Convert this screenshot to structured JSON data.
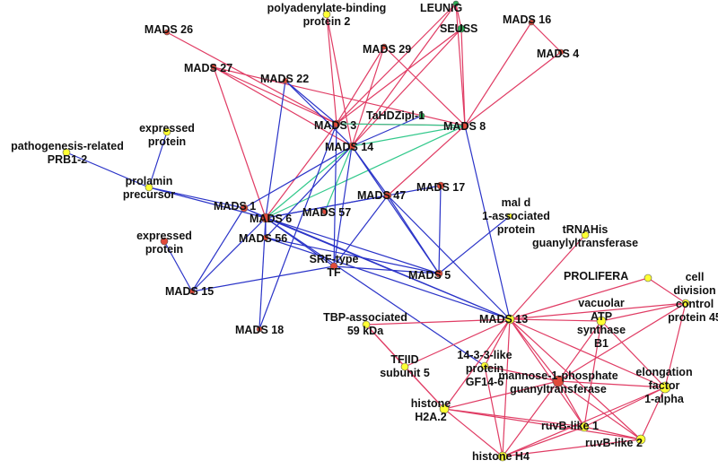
{
  "colors": {
    "interaction_red": "#e03c64",
    "interaction_blue": "#2b34c8",
    "interaction_green": "#33c98c",
    "node_yellow": "#ffff33",
    "node_red": "#e04a3a",
    "node_green": "#2faa55",
    "node_salmon": "#f06a5a"
  },
  "nodes": [
    {
      "id": "leunig",
      "label": [
        "LEUNIG"
      ],
      "color": "#2faa55"
    },
    {
      "id": "seuss",
      "label": [
        "SEUSS"
      ],
      "color": "#2faa55"
    },
    {
      "id": "pabp2",
      "label": [
        "polyadenylate-binding",
        "protein 2"
      ],
      "color": "#ffff33"
    },
    {
      "id": "mads26",
      "label": [
        "MADS 26"
      ],
      "color": "#e04a3a"
    },
    {
      "id": "mads27",
      "label": [
        "MADS  27"
      ],
      "color": "#e04a3a"
    },
    {
      "id": "mads29",
      "label": [
        "MADS  29"
      ],
      "color": "#e04a3a"
    },
    {
      "id": "mads16",
      "label": [
        "MADS 16"
      ],
      "color": "#e04a3a"
    },
    {
      "id": "mads4",
      "label": [
        "MADS 4"
      ],
      "color": "#e04a3a"
    },
    {
      "id": "mads22",
      "label": [
        "MADS 22"
      ],
      "color": "#e04a3a"
    },
    {
      "id": "mads3",
      "label": [
        "MADS 3"
      ],
      "color": "#e04a3a"
    },
    {
      "id": "tahdz",
      "label": [
        "TaHDZipl-1"
      ],
      "color": "#2faa55"
    },
    {
      "id": "mads8",
      "label": [
        "MADS 8"
      ],
      "color": "#e04a3a"
    },
    {
      "id": "mads14",
      "label": [
        "MADS 14"
      ],
      "color": "#e04a3a"
    },
    {
      "id": "exp1",
      "label": [
        "expressed",
        "protein"
      ],
      "color": "#ffff33"
    },
    {
      "id": "prb12",
      "label": [
        "pathogenesis-related",
        "PRB1-2"
      ],
      "color": "#ffff33"
    },
    {
      "id": "prolamin",
      "label": [
        "prolamin",
        "precursor"
      ],
      "color": "#ffff33"
    },
    {
      "id": "mads47",
      "label": [
        "MADS 47"
      ],
      "color": "#e04a3a"
    },
    {
      "id": "mads17",
      "label": [
        "MADS 17"
      ],
      "color": "#e04a3a"
    },
    {
      "id": "mads1",
      "label": [
        "MADS 1"
      ],
      "color": "#e04a3a"
    },
    {
      "id": "mads6",
      "label": [
        "MADS 6"
      ],
      "color": "#e04a3a"
    },
    {
      "id": "mads57",
      "label": [
        "MADS 57"
      ],
      "color": "#e04a3a"
    },
    {
      "id": "mald",
      "label": [
        "mal d",
        "1-associated",
        "protein"
      ],
      "color": "#ffff33"
    },
    {
      "id": "trna",
      "label": [
        "tRNAHis",
        "guanylyltransferase"
      ],
      "color": "#ffff33"
    },
    {
      "id": "exp2",
      "label": [
        "expressed",
        "protein"
      ],
      "color": "#e04a3a"
    },
    {
      "id": "mads56",
      "label": [
        "MADS 56"
      ],
      "color": "#e04a3a"
    },
    {
      "id": "srf",
      "label": [
        "SRF-type",
        "TF"
      ],
      "color": "#e04a3a"
    },
    {
      "id": "mads5",
      "label": [
        "MADS 5"
      ],
      "color": "#e04a3a"
    },
    {
      "id": "prolifera",
      "label": [
        "PROLIFERA"
      ],
      "color": "#ffff33"
    },
    {
      "id": "cdc45",
      "label": [
        "cell",
        "division",
        "control",
        "protein 45"
      ],
      "color": "#ffff33"
    },
    {
      "id": "mads15",
      "label": [
        "MADS 15"
      ],
      "color": "#e04a3a"
    },
    {
      "id": "vatp",
      "label": [
        "vacuolar",
        "ATP",
        "synthase",
        "B1"
      ],
      "color": "#ffff33"
    },
    {
      "id": "tbp",
      "label": [
        "TBP-associated",
        "59 kDa"
      ],
      "color": "#ffff33"
    },
    {
      "id": "mads13",
      "label": [
        "MADS 13"
      ],
      "color": "#ffff33"
    },
    {
      "id": "mads18",
      "label": [
        "MADS 18"
      ],
      "color": "#e04a3a"
    },
    {
      "id": "tfiid",
      "label": [
        "TFIID",
        "subunit 5"
      ],
      "color": "#ffff33"
    },
    {
      "id": "p1433",
      "label": [
        "14-3-3-like",
        "protein",
        "GF14-6"
      ],
      "color": "#ffff33"
    },
    {
      "id": "mannose",
      "label": [
        "mannose-1-phosphate",
        "guanyltransferase"
      ],
      "color": "#e04a3a"
    },
    {
      "id": "elong",
      "label": [
        "elongation",
        "factor",
        "1-alpha"
      ],
      "color": "#ffff33"
    },
    {
      "id": "h2a2",
      "label": [
        "histone",
        "H2A.2"
      ],
      "color": "#ffff33"
    },
    {
      "id": "ruvb1",
      "label": [
        "ruvB-like 1"
      ],
      "color": "#ffff33"
    },
    {
      "id": "ruvb2",
      "label": [
        "ruvB-like 2"
      ],
      "color": "#ffff33"
    },
    {
      "id": "h4",
      "label": [
        "histone H4"
      ],
      "color": "#ffff33"
    }
  ],
  "edges": [
    {
      "s": "mads26",
      "t": "mads3",
      "c": "red"
    },
    {
      "s": "mads27",
      "t": "mads3",
      "c": "red"
    },
    {
      "s": "mads27",
      "t": "mads14",
      "c": "red"
    },
    {
      "s": "mads27",
      "t": "mads6",
      "c": "red"
    },
    {
      "s": "mads27",
      "t": "mads8",
      "c": "red"
    },
    {
      "s": "pabp2",
      "t": "mads3",
      "c": "red"
    },
    {
      "s": "pabp2",
      "t": "mads14",
      "c": "red"
    },
    {
      "s": "mads29",
      "t": "mads3",
      "c": "red"
    },
    {
      "s": "mads29",
      "t": "mads14",
      "c": "red"
    },
    {
      "s": "mads29",
      "t": "mads8",
      "c": "red"
    },
    {
      "s": "leunig",
      "t": "mads3",
      "c": "red"
    },
    {
      "s": "leunig",
      "t": "mads14",
      "c": "red"
    },
    {
      "s": "leunig",
      "t": "mads8",
      "c": "red"
    },
    {
      "s": "leunig",
      "t": "seuss",
      "c": "red"
    },
    {
      "s": "seuss",
      "t": "mads3",
      "c": "red"
    },
    {
      "s": "seuss",
      "t": "mads14",
      "c": "red"
    },
    {
      "s": "seuss",
      "t": "mads8",
      "c": "red"
    },
    {
      "s": "mads16",
      "t": "mads8",
      "c": "red"
    },
    {
      "s": "mads16",
      "t": "mads4",
      "c": "red"
    },
    {
      "s": "mads4",
      "t": "mads8",
      "c": "red"
    },
    {
      "s": "mads8",
      "t": "mads47",
      "c": "red"
    },
    {
      "s": "mads8",
      "t": "mads3",
      "c": "red"
    },
    {
      "s": "mads3",
      "t": "mads6",
      "c": "red"
    },
    {
      "s": "mads8",
      "t": "mads13",
      "c": "blue"
    },
    {
      "s": "mads22",
      "t": "mads14",
      "c": "blue"
    },
    {
      "s": "mads22",
      "t": "mads3",
      "c": "blue"
    },
    {
      "s": "mads22",
      "t": "mads6",
      "c": "blue"
    },
    {
      "s": "tahdz",
      "t": "mads14",
      "c": "blue"
    },
    {
      "s": "mads14",
      "t": "mads8",
      "c": "green"
    },
    {
      "s": "mads14",
      "t": "mads6",
      "c": "green"
    },
    {
      "s": "mads14",
      "t": "mads57",
      "c": "green"
    },
    {
      "s": "mads3",
      "t": "mads8",
      "c": "green"
    },
    {
      "s": "mads8",
      "t": "mads6",
      "c": "green"
    },
    {
      "s": "mads14",
      "t": "mads1",
      "c": "blue"
    },
    {
      "s": "mads14",
      "t": "mads47",
      "c": "blue"
    },
    {
      "s": "mads14",
      "t": "mads5",
      "c": "blue"
    },
    {
      "s": "mads14",
      "t": "srf",
      "c": "blue"
    },
    {
      "s": "mads14",
      "t": "mads56",
      "c": "blue"
    },
    {
      "s": "mads3",
      "t": "mads18",
      "c": "blue"
    },
    {
      "s": "mads3",
      "t": "srf",
      "c": "blue"
    },
    {
      "s": "exp1",
      "t": "prolamin",
      "c": "blue"
    },
    {
      "s": "prb12",
      "t": "prolamin",
      "c": "blue"
    },
    {
      "s": "prolamin",
      "t": "mads1",
      "c": "blue"
    },
    {
      "s": "prolamin",
      "t": "mads6",
      "c": "blue"
    },
    {
      "s": "mads1",
      "t": "mads6",
      "c": "blue"
    },
    {
      "s": "mads1",
      "t": "mads15",
      "c": "blue"
    },
    {
      "s": "mads6",
      "t": "mads15",
      "c": "blue"
    },
    {
      "s": "mads6",
      "t": "mads18",
      "c": "blue"
    },
    {
      "s": "mads6",
      "t": "srf",
      "c": "blue"
    },
    {
      "s": "mads6",
      "t": "mads5",
      "c": "blue"
    },
    {
      "s": "mads6",
      "t": "mads13",
      "c": "blue"
    },
    {
      "s": "mads6",
      "t": "mads17",
      "c": "blue"
    },
    {
      "s": "mads6",
      "t": "mads47",
      "c": "blue"
    },
    {
      "s": "mads6",
      "t": "mads56",
      "c": "blue"
    },
    {
      "s": "mads56",
      "t": "mads5",
      "c": "blue"
    },
    {
      "s": "mads56",
      "t": "mads13",
      "c": "blue"
    },
    {
      "s": "exp2",
      "t": "mads15",
      "c": "blue"
    },
    {
      "s": "mads15",
      "t": "srf",
      "c": "blue"
    },
    {
      "s": "srf",
      "t": "mads5",
      "c": "blue"
    },
    {
      "s": "srf",
      "t": "mads47",
      "c": "blue"
    },
    {
      "s": "mads47",
      "t": "mads5",
      "c": "blue"
    },
    {
      "s": "mads47",
      "t": "mads13",
      "c": "blue"
    },
    {
      "s": "mads17",
      "t": "mads5",
      "c": "blue"
    },
    {
      "s": "mald",
      "t": "mads5",
      "c": "blue"
    },
    {
      "s": "mads1",
      "t": "mads13",
      "c": "blue"
    },
    {
      "s": "mads6",
      "t": "p1433",
      "c": "blue"
    },
    {
      "s": "mads13",
      "t": "tbp",
      "c": "red"
    },
    {
      "s": "mads13",
      "t": "tfiid",
      "c": "red"
    },
    {
      "s": "mads13",
      "t": "h2a2",
      "c": "red"
    },
    {
      "s": "mads13",
      "t": "p1433",
      "c": "red"
    },
    {
      "s": "mads13",
      "t": "mannose",
      "c": "red"
    },
    {
      "s": "mads13",
      "t": "ruvb1",
      "c": "red"
    },
    {
      "s": "mads13",
      "t": "ruvb2",
      "c": "red"
    },
    {
      "s": "mads13",
      "t": "h4",
      "c": "red"
    },
    {
      "s": "mads13",
      "t": "elong",
      "c": "red"
    },
    {
      "s": "mads13",
      "t": "vatp",
      "c": "red"
    },
    {
      "s": "mads13",
      "t": "prolifera",
      "c": "red"
    },
    {
      "s": "mads13",
      "t": "cdc45",
      "c": "red"
    },
    {
      "s": "mads13",
      "t": "trna",
      "c": "red"
    },
    {
      "s": "prolifera",
      "t": "cdc45",
      "c": "red"
    },
    {
      "s": "vatp",
      "t": "cdc45",
      "c": "red"
    },
    {
      "s": "vatp",
      "t": "mannose",
      "c": "red"
    },
    {
      "s": "vatp",
      "t": "elong",
      "c": "red"
    },
    {
      "s": "vatp",
      "t": "ruvb1",
      "c": "red"
    },
    {
      "s": "cdc45",
      "t": "elong",
      "c": "red"
    },
    {
      "s": "cdc45",
      "t": "mannose",
      "c": "red"
    },
    {
      "s": "elong",
      "t": "mannose",
      "c": "red"
    },
    {
      "s": "elong",
      "t": "ruvb1",
      "c": "red"
    },
    {
      "s": "elong",
      "t": "ruvb2",
      "c": "red"
    },
    {
      "s": "elong",
      "t": "h4",
      "c": "red"
    },
    {
      "s": "tbp",
      "t": "tfiid",
      "c": "red"
    },
    {
      "s": "tbp",
      "t": "h2a2",
      "c": "red"
    },
    {
      "s": "tfiid",
      "t": "h2a2",
      "c": "red"
    },
    {
      "s": "h2a2",
      "t": "h4",
      "c": "red"
    },
    {
      "s": "h2a2",
      "t": "ruvb1",
      "c": "red"
    },
    {
      "s": "h2a2",
      "t": "mannose",
      "c": "red"
    },
    {
      "s": "h2a2",
      "t": "ruvb2",
      "c": "red"
    },
    {
      "s": "mannose",
      "t": "ruvb1",
      "c": "red"
    },
    {
      "s": "mannose",
      "t": "ruvb2",
      "c": "red"
    },
    {
      "s": "mannose",
      "t": "h4",
      "c": "red"
    },
    {
      "s": "ruvb1",
      "t": "ruvb2",
      "c": "red"
    },
    {
      "s": "ruvb1",
      "t": "h4",
      "c": "red"
    },
    {
      "s": "ruvb2",
      "t": "h4",
      "c": "red"
    },
    {
      "s": "p1433",
      "t": "mannose",
      "c": "red"
    },
    {
      "s": "p1433",
      "t": "h4",
      "c": "red"
    }
  ]
}
